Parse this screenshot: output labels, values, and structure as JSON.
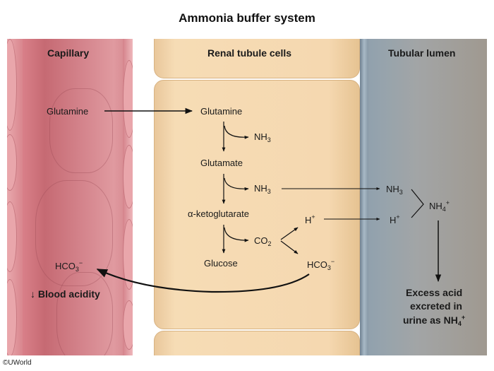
{
  "title": "Ammonia buffer system",
  "regions": {
    "capillary": "Capillary",
    "tubule_cells": "Renal tubule cells",
    "lumen": "Tubular lumen"
  },
  "capillary_labels": {
    "glutamine": "Glutamine",
    "hco3": "HCO",
    "hco3_sub": "3",
    "hco3_sup": "−",
    "blood_acidity": "↓ Blood acidity"
  },
  "pathway": {
    "glutamine": "Glutamine",
    "nh3_1": "NH",
    "nh3_1_sub": "3",
    "glutamate": "Glutamate",
    "nh3_2": "NH",
    "nh3_2_sub": "3",
    "alpha_kg": "α-ketoglutarate",
    "co2": "CO",
    "co2_sub": "2",
    "glucose": "Glucose",
    "h_plus": "H",
    "h_plus_sup": "+",
    "hco3": "HCO",
    "hco3_sub": "3",
    "hco3_sup": "−"
  },
  "lumen_labels": {
    "nh3": "NH",
    "nh3_sub": "3",
    "h_plus": "H",
    "h_plus_sup": "+",
    "nh4": "NH",
    "nh4_sub": "4",
    "nh4_sup": "+",
    "excess_line1": "Excess acid",
    "excess_line2": "excreted in",
    "excess_line3": "urine as NH",
    "excess_sub": "4",
    "excess_sup": "+"
  },
  "copyright": "©UWorld",
  "colors": {
    "capillary": "#c96b74",
    "tubule_cell": "#f5d8b0",
    "lumen": "#a2a5a6",
    "arrow": "#111111"
  }
}
